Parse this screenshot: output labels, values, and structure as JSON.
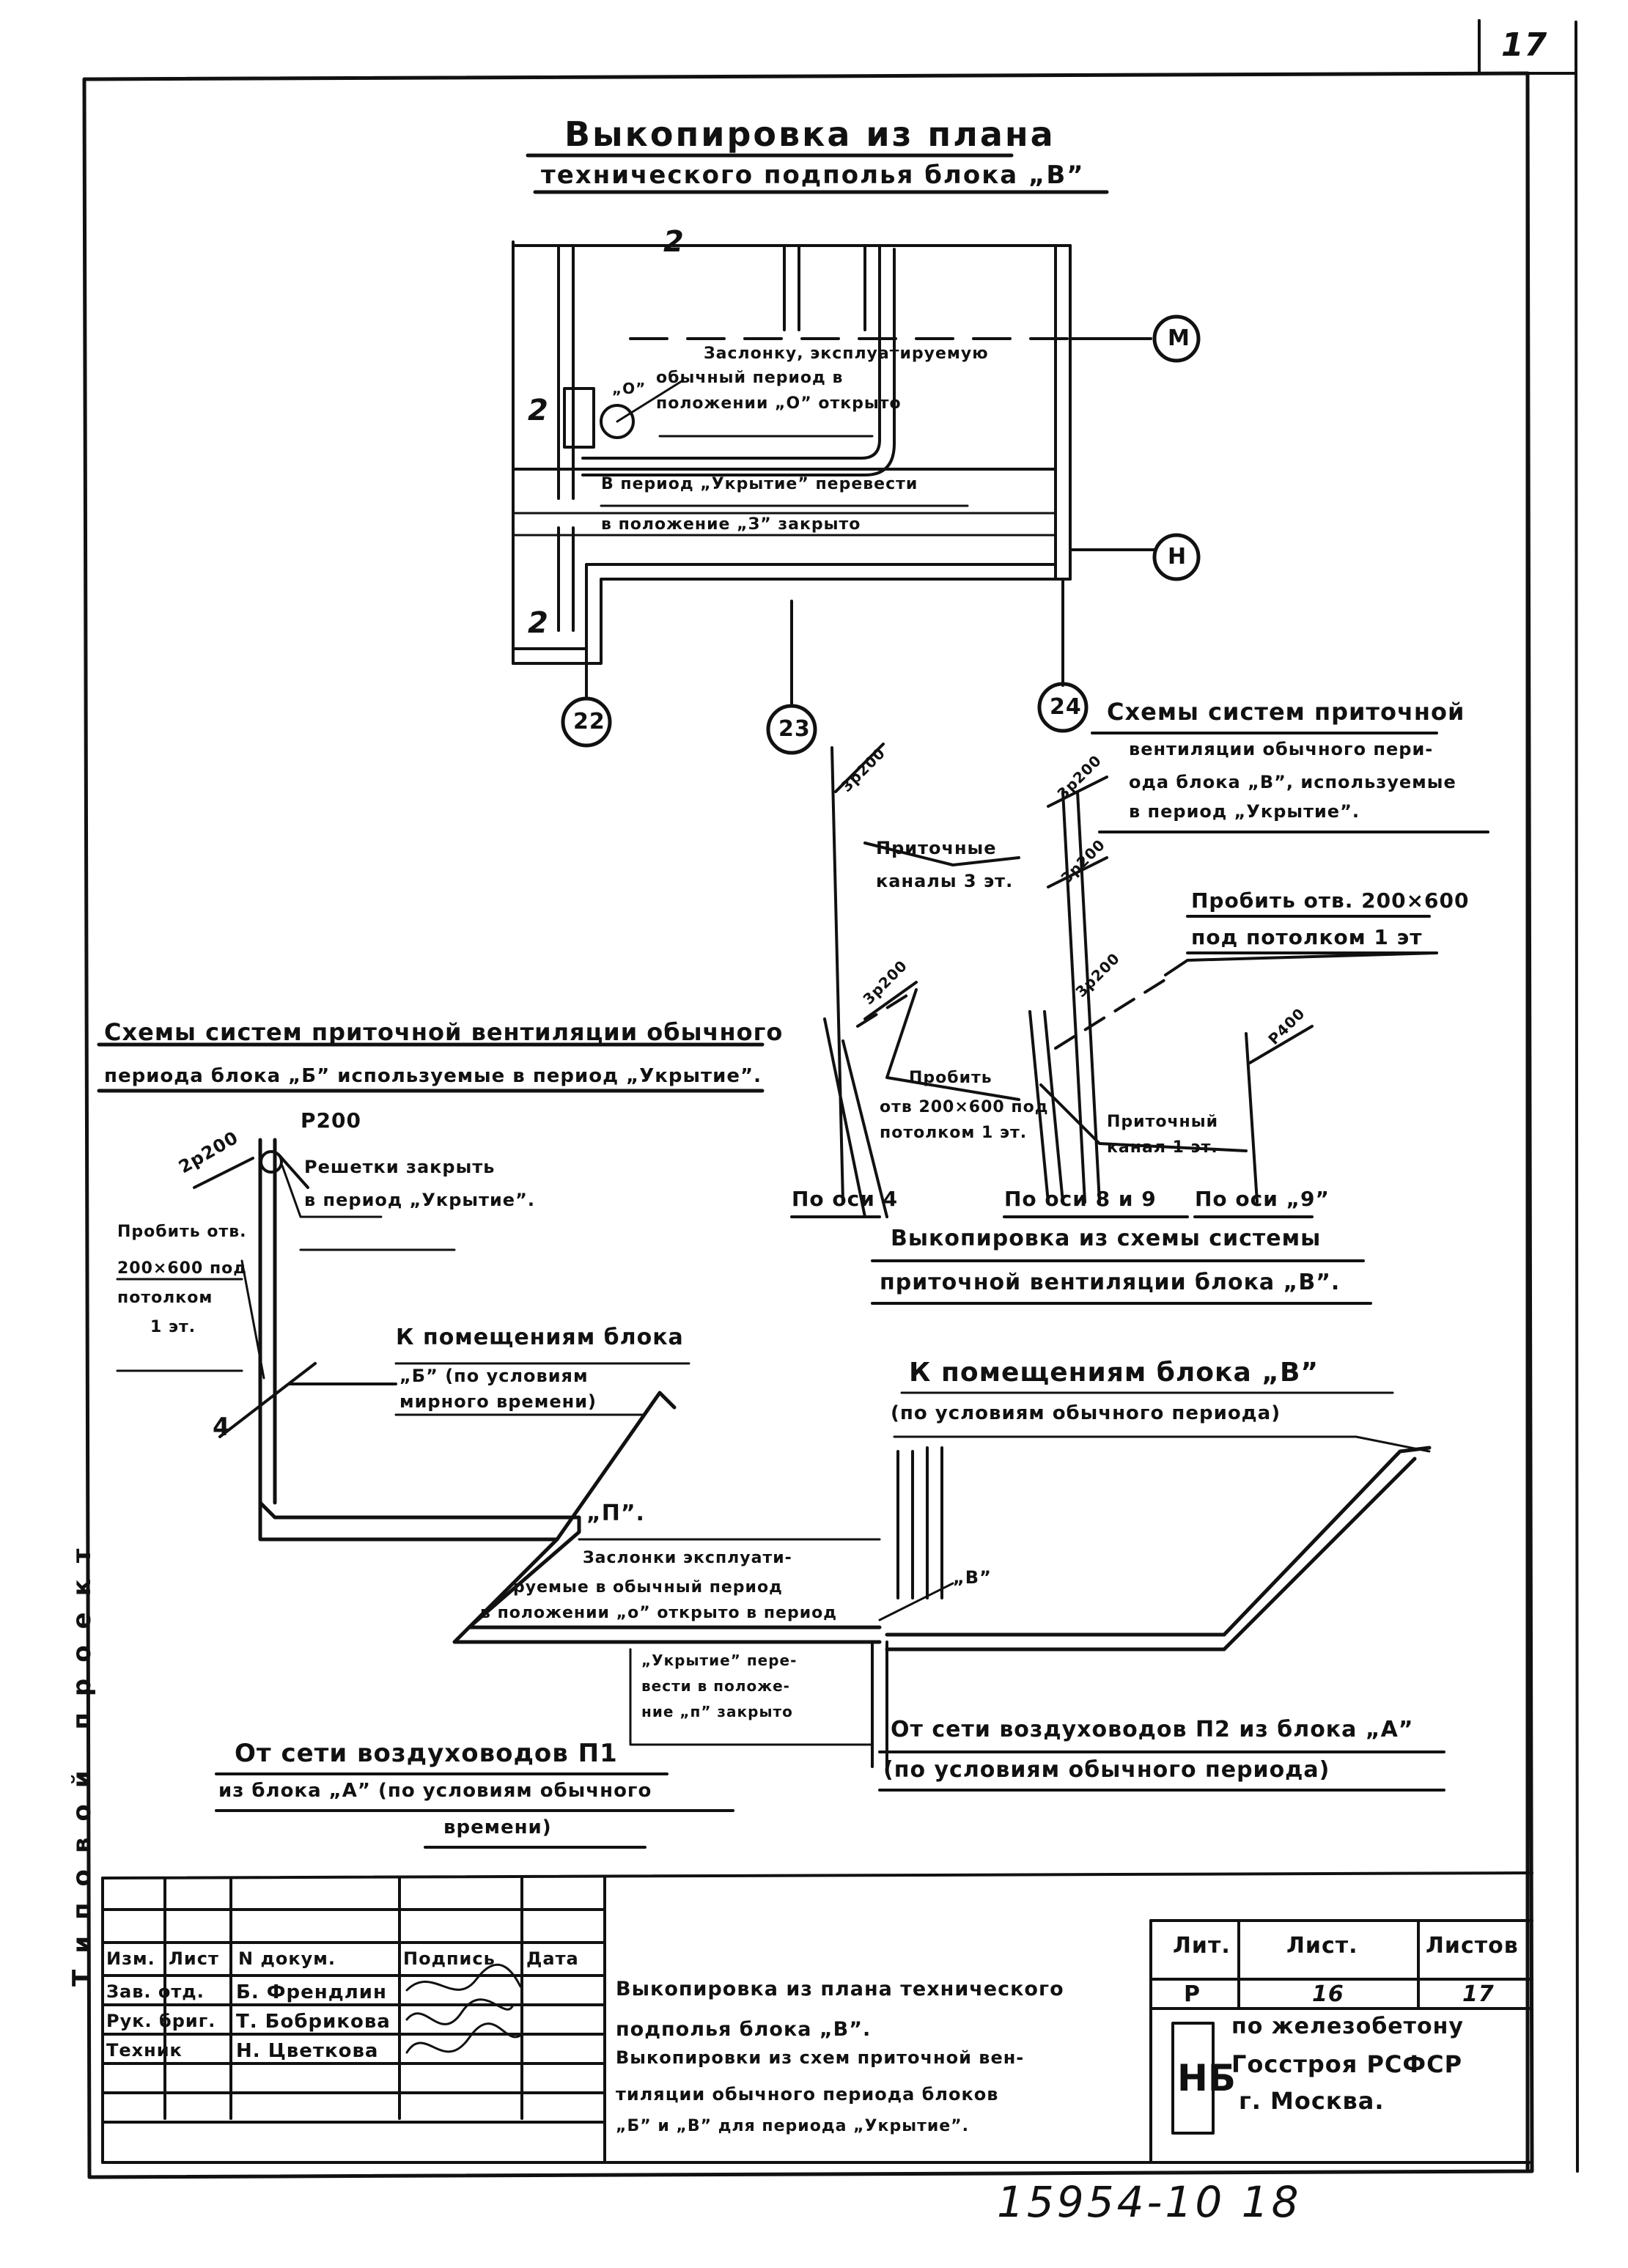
{
  "sheet_number": "17",
  "plan": {
    "title_line1": "Выкопировка из плана",
    "title_line2": "технического подполья блока „В”",
    "damper_note": [
      "Заслонку, эксплуатируемую",
      "обычный период в",
      "положении „О” открыто"
    ],
    "damper_label": "„О”",
    "shelter_note": [
      "В период „Укрытие” перевести",
      "в положение „З” закрыто"
    ],
    "axes": [
      "М",
      "Н",
      "22",
      "23",
      "24"
    ],
    "breaks": [
      "2",
      "2",
      "2"
    ]
  },
  "right_scheme": {
    "title": [
      "Схемы систем приточной",
      "вентиляции обычного пери-",
      "ода блока „В”, используемые",
      "в период „Укрытие”."
    ],
    "supply_channels_3": [
      "Приточные",
      "каналы 3 эт."
    ],
    "punch_top": [
      "Пробить отв. 200×600",
      "под потолком 1 эт"
    ],
    "punch_mid": [
      "Пробить",
      "отв 200×600 под",
      "потолком 1 эт."
    ],
    "supply_channel_1": [
      "Приточный",
      "канал 1 эт."
    ],
    "grille_labels": [
      "3р200",
      "3р200",
      "3р200",
      "3р200",
      "3р200",
      "Р400"
    ],
    "axis_labels": [
      "По оси 4",
      "По оси 8 и 9",
      "По оси „9”"
    ],
    "caption": [
      "Выкопировка из схемы системы",
      "приточной вентиляции блока „В”."
    ]
  },
  "left_scheme": {
    "title": [
      "Схемы систем приточной вентиляции обычного",
      "периода блока „Б” используемые в период „Укрытие”."
    ],
    "grille_p200": "Р200",
    "grille_2p200": "2р200",
    "grille_close": [
      "Решетки закрыть",
      "в период „Укрытие”."
    ],
    "punch": [
      "Пробить отв.",
      "200×600 под",
      "потолком",
      "1 эт."
    ],
    "rooms_b": [
      "К помещениям блока",
      "„Б” (по условиям",
      "мирного времени)"
    ],
    "letter_p": "„П”.",
    "letter_4": "4",
    "damper": [
      "Заслонки эксплуати-",
      "руемые в обычный период",
      "в положении „о” открыто в период",
      "„Укрытие” пере-",
      "вести в положе-",
      "ние „п” закрыто"
    ],
    "from_p1": [
      "От сети воздуховодов П1",
      "из блока „А” (по условиям обычного",
      "времени)"
    ]
  },
  "middle": {
    "rooms_v": [
      "К помещениям блока „В”",
      "(по условиям обычного периода)"
    ],
    "letter_b": "„В”",
    "from_p2": [
      "От сети воздуховодов П2 из блока „А”",
      "(по условиям обычного периода)"
    ]
  },
  "title_block": {
    "headers": [
      "Изм.",
      "Лист",
      "N докум.",
      "Подпись",
      "Дата"
    ],
    "rows": [
      {
        "role": "Зав. отд.",
        "name": "Б. Френдлин"
      },
      {
        "role": "Рук. бриг.",
        "name": "Т. Бобрикова"
      },
      {
        "role": "Техник",
        "name": "Н. Цветкова"
      }
    ],
    "description": [
      "Выкопировка из плана технического",
      "подполья блока „В”.",
      "Выкопировки из схем приточной вен-",
      "тиляции обычного периода блоков",
      "„Б” и „В” для периода „Укрытие”."
    ],
    "stage_header": "Лит.",
    "sheet_header": "Лист.",
    "sheets_header": "Листов",
    "stage": "Р",
    "sheet": "16",
    "sheets": "17",
    "org_logo": "НБ",
    "org": [
      "по железобетону",
      "Госстроя РСФСР",
      "г. Москва."
    ]
  },
  "side_stamp": "Типовой проект",
  "doc_number": "15954-10 18"
}
